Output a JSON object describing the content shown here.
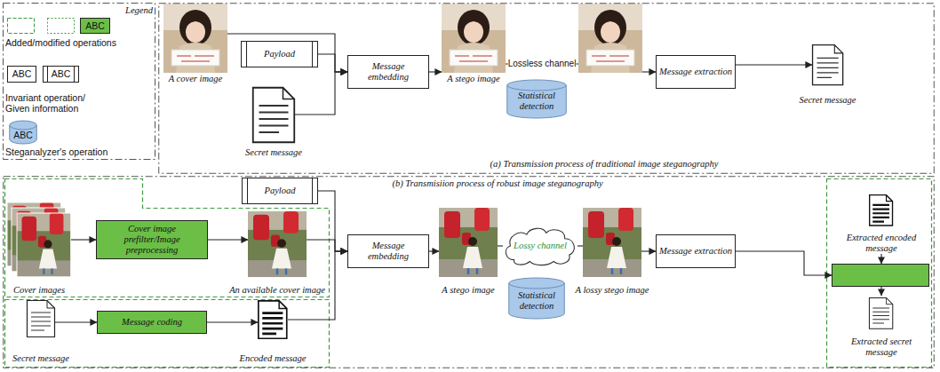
{
  "diagram": {
    "nodes": [
      {
        "text": [
          "(a) Transmission process of traditional image steganography"
        ]
      },
      {
        "text": [
          "A cover image"
        ],
        "in": 0
      },
      {
        "text": [
          "Payload"
        ],
        "in": 0
      },
      {
        "text": [
          "Secret message"
        ],
        "in": 0
      },
      {
        "text": [
          "Message embedding"
        ],
        "in": 0
      },
      {
        "text": [
          "A stego image"
        ],
        "in": 0
      },
      {
        "text": [
          "Statistical detection"
        ],
        "in": 0
      },
      {
        "text": [],
        "in": 0
      },
      {
        "text": [
          "Message extraction"
        ],
        "in": 0
      },
      {
        "text": [
          "Secret message"
        ],
        "in": 0
      },
      {
        "text": [
          "(b) Transmisiion process of robust image steganography"
        ]
      },
      {
        "text": [
          "Cover images"
        ],
        "in": 10
      },
      {
        "text": [
          "Cover image prefilter/Image preprocessing"
        ],
        "in": 10
      },
      {
        "text": [
          "An available cover image"
        ],
        "in": 10
      },
      {
        "text": [
          "Payload"
        ],
        "in": 10
      },
      {
        "text": [
          "Secret message"
        ],
        "in": 10
      },
      {
        "text": [
          "Message coding"
        ],
        "in": 10
      },
      {
        "text": [
          "Encoded message"
        ],
        "in": 10
      },
      {
        "text": [
          "Message embedding"
        ],
        "in": 10
      },
      {
        "text": [
          "A stego image"
        ],
        "in": 10
      },
      {
        "text": [
          "Lossy channel"
        ],
        "in": 10
      },
      {
        "text": [
          "Statistical detection"
        ],
        "in": 10
      },
      {
        "text": [
          "A lossy stego image"
        ],
        "in": 10
      },
      {
        "text": [
          "Message extraction"
        ],
        "in": 10
      },
      {
        "text": [
          "Extracted encoded message"
        ],
        "in": 10
      },
      {
        "text": [],
        "in": 10
      },
      {
        "text": [
          "Extracted secret message"
        ],
        "in": 10
      }
    ],
    "edges": [
      {
        "from": 1,
        "to": 4,
        "arrow": "to"
      },
      {
        "from": 2,
        "to": 4,
        "arrow": "to"
      },
      {
        "from": 3,
        "to": 4,
        "arrow": "to"
      },
      {
        "from": 4,
        "to": 5,
        "arrow": "to"
      },
      {
        "from": 5,
        "to": 7,
        "label": "Lossless channel",
        "arrow": "none"
      },
      {
        "from": 7,
        "to": 8,
        "arrow": "to"
      },
      {
        "from": 8,
        "to": 9,
        "arrow": "to"
      },
      {
        "from": 11,
        "to": 12,
        "arrow": "to"
      },
      {
        "from": 12,
        "to": 13,
        "arrow": "to"
      },
      {
        "from": 13,
        "to": 18,
        "arrow": "to"
      },
      {
        "from": 14,
        "to": 18,
        "arrow": "to"
      },
      {
        "from": 15,
        "to": 16,
        "arrow": "to"
      },
      {
        "from": 16,
        "to": 17,
        "arrow": "to"
      },
      {
        "from": 17,
        "to": 18,
        "arrow": "to"
      },
      {
        "from": 18,
        "to": 19,
        "arrow": "to"
      },
      {
        "from": 19,
        "to": 20,
        "arrow": "none"
      },
      {
        "from": 20,
        "to": 22,
        "arrow": "none"
      },
      {
        "from": 22,
        "to": 23,
        "arrow": "to"
      },
      {
        "from": 23,
        "to": 25,
        "arrow": "to"
      },
      {
        "from": 24,
        "to": 25,
        "arrow": "to"
      },
      {
        "from": 25,
        "to": 26,
        "arrow": "to"
      }
    ],
    "labels": [
      "Legend",
      "ABC",
      "ABC",
      "ABC",
      "ABC"
    ],
    "legend": [
      {
        "text": "Added/modified operations",
        "color": "#6cbf46"
      },
      {
        "text": "Invariant operation/ Given information"
      },
      {
        "text": "Steganalyzer's operation",
        "color": "#a9c8ea"
      }
    ]
  }
}
